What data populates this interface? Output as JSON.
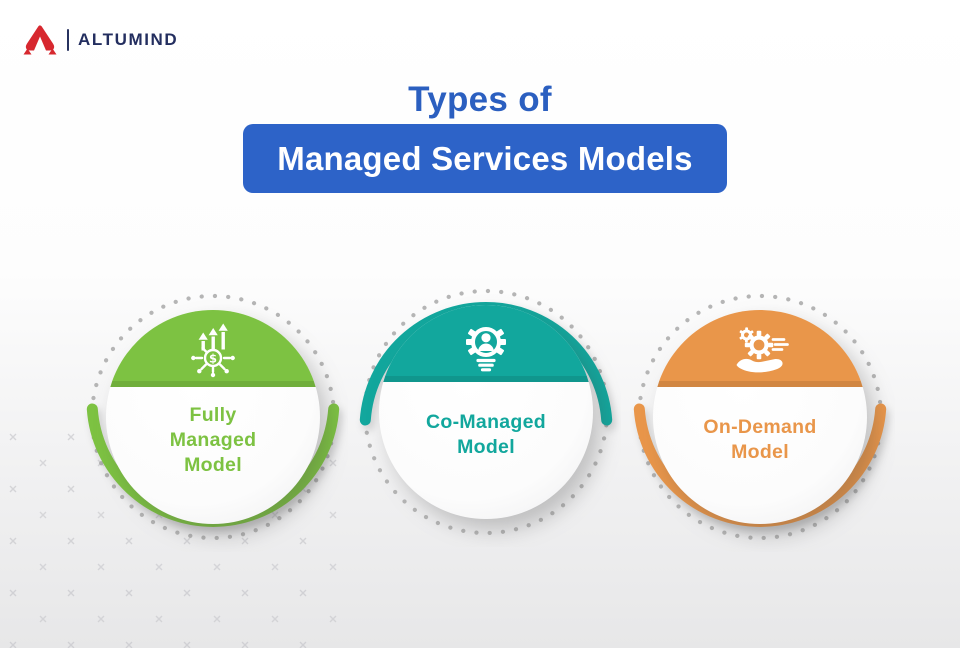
{
  "logo": {
    "brand": "ALTUMIND",
    "mark_color": "#d7282f",
    "text_color": "#232e5f"
  },
  "header": {
    "title_top": "Types of",
    "title_top_color": "#2b5fc0",
    "banner_text": "Managed Services Models",
    "banner_color": "#2d63c8",
    "banner_text_color": "#ffffff"
  },
  "cards": [
    {
      "label": "Fully Managed Model",
      "label_lines": [
        "Fully",
        "Managed",
        "Model"
      ],
      "color": "#7dc242",
      "icon": "profit-growth-icon",
      "accent_arc": "bottom",
      "dotted_arc": "top"
    },
    {
      "label": "Co-Managed Model",
      "label_lines": [
        "Co-Managed",
        "Model"
      ],
      "color": "#12a79d",
      "icon": "person-gear-idea-icon",
      "accent_arc": "top",
      "dotted_arc": "bottom"
    },
    {
      "label": "On-Demand Model",
      "label_lines": [
        "On-Demand",
        "Model"
      ],
      "color": "#e9964a",
      "icon": "hand-gears-icon",
      "accent_arc": "bottom",
      "dotted_arc": "top"
    }
  ],
  "decor": {
    "dot_ring_color": "#b5b5b5"
  }
}
